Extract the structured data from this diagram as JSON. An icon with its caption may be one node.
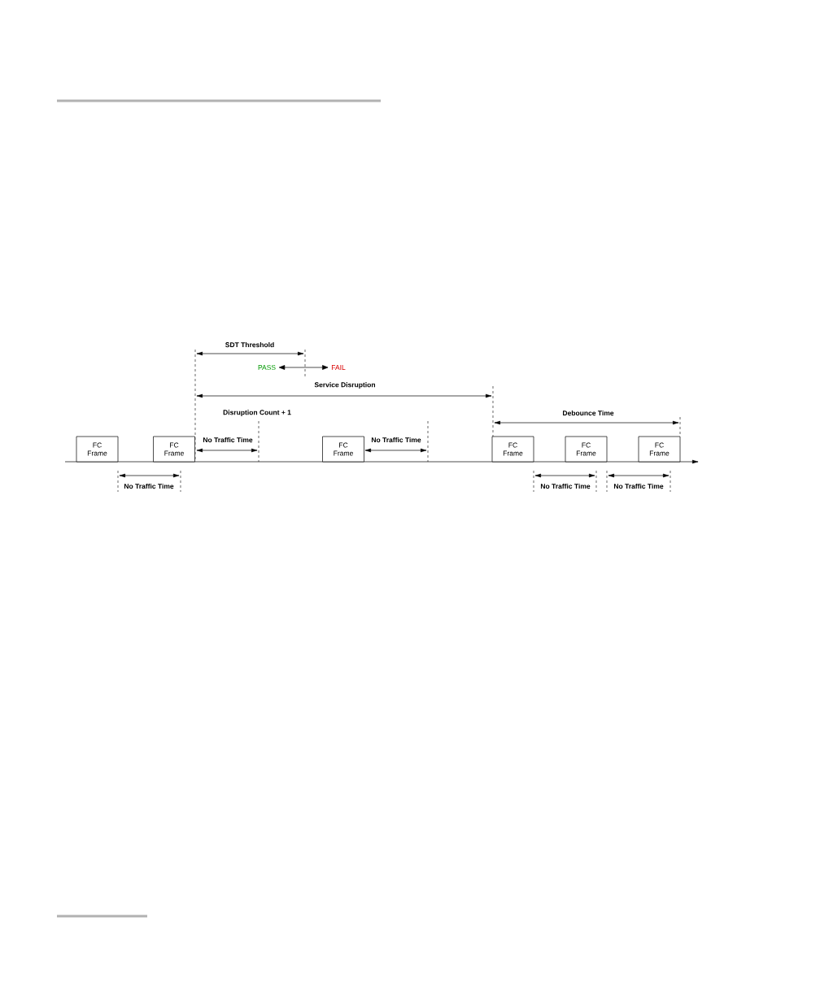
{
  "diagram": {
    "nodes": [
      {
        "text": [
          "PASS"
        ]
      },
      {
        "text": [
          "FAIL"
        ]
      },
      {
        "text": [
          "FC Frame"
        ]
      },
      {
        "text": [
          "FC Frame"
        ]
      },
      {
        "text": [
          "FC Frame"
        ]
      },
      {
        "text": [
          "FC Frame"
        ]
      },
      {
        "text": [
          "FC Frame"
        ]
      },
      {
        "text": [
          "FC Frame"
        ]
      }
    ],
    "edges": [
      {
        "from": 0,
        "to": 1,
        "arrow": "both"
      }
    ],
    "labels": [
      "SDT Threshold",
      "Service Disruption",
      "Disruption Count + 1",
      "Debounce Time",
      "No Traffic Time",
      "No Traffic Time",
      "No Traffic Time",
      "No Traffic Time",
      "No Traffic Time"
    ]
  }
}
